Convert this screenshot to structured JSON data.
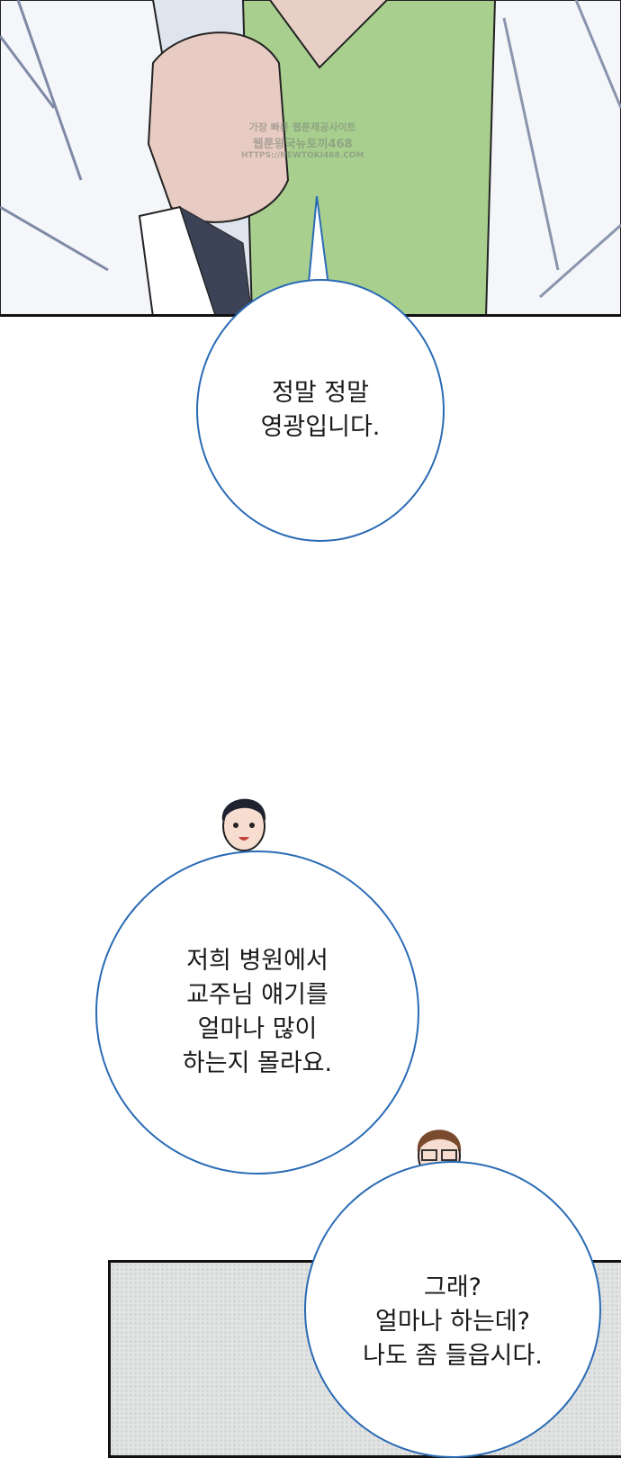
{
  "watermark": {
    "line1": "가장 빠른 웹툰제공사이트",
    "line2": "웹툰왕국뉴토끼468",
    "line3": "HTTPS://NEWTOKI468.COM"
  },
  "bubbles": [
    {
      "lines": [
        "정말 정말",
        "영광입니다."
      ]
    },
    {
      "lines": [
        "저희 병원에서",
        "교주님 얘기를",
        "얼마나 많이",
        "하는지 몰라요."
      ]
    },
    {
      "lines": [
        "그래?",
        "얼마나 하는데?",
        "나도 좀 들읍시다."
      ]
    }
  ],
  "colors": {
    "bubble_border": "#2a6bb5",
    "shirt": "#a9cf8f"
  }
}
